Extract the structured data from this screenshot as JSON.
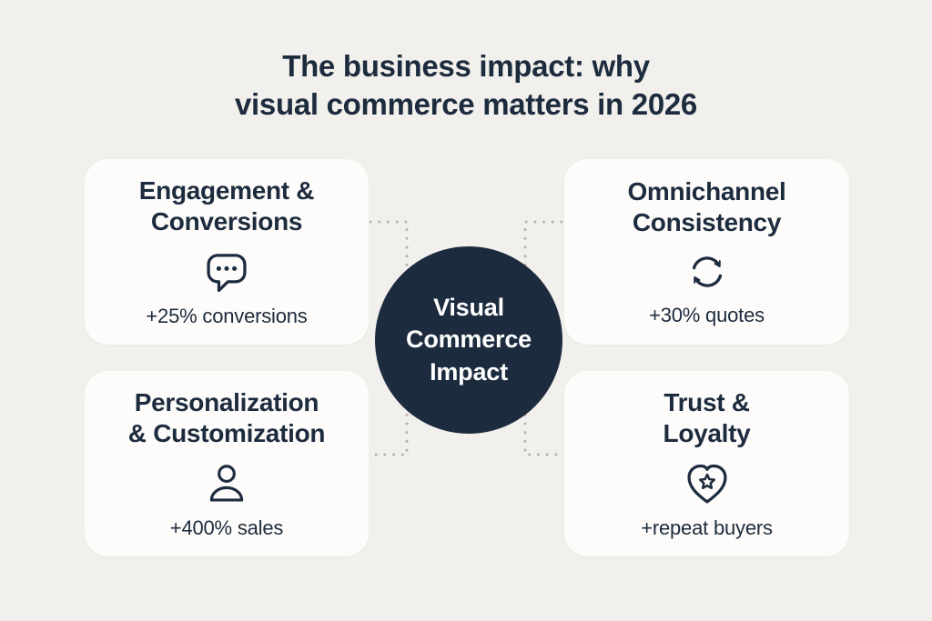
{
  "title": {
    "line1": "The business impact: why",
    "line2": "visual commerce matters in 2026"
  },
  "center_circle": {
    "line1": "Visual",
    "line2": "Commerce",
    "line3": "Impact"
  },
  "cards": [
    {
      "title_line1": "Engagement &",
      "title_line2": "Conversions",
      "icon": "chat-bubble-icon",
      "stat": "+25% conversions"
    },
    {
      "title_line1": "Omnichannel",
      "title_line2": "Consistency",
      "icon": "sync-arrows-icon",
      "stat": "+30% quotes"
    },
    {
      "title_line1": "Personalization",
      "title_line2": "& Customization",
      "icon": "person-icon",
      "stat": "+400% sales"
    },
    {
      "title_line1": "Trust &",
      "title_line2": "Loyalty",
      "icon": "heart-star-icon",
      "stat": "+repeat buyers"
    }
  ],
  "colors": {
    "background": "#f2f0ec",
    "card_background": "#fdfcfa",
    "navy": "#1d2b3e",
    "circle_fill": "#1d2b3e",
    "circle_text": "#ffffff",
    "connector_dots": "#b7b4af"
  }
}
